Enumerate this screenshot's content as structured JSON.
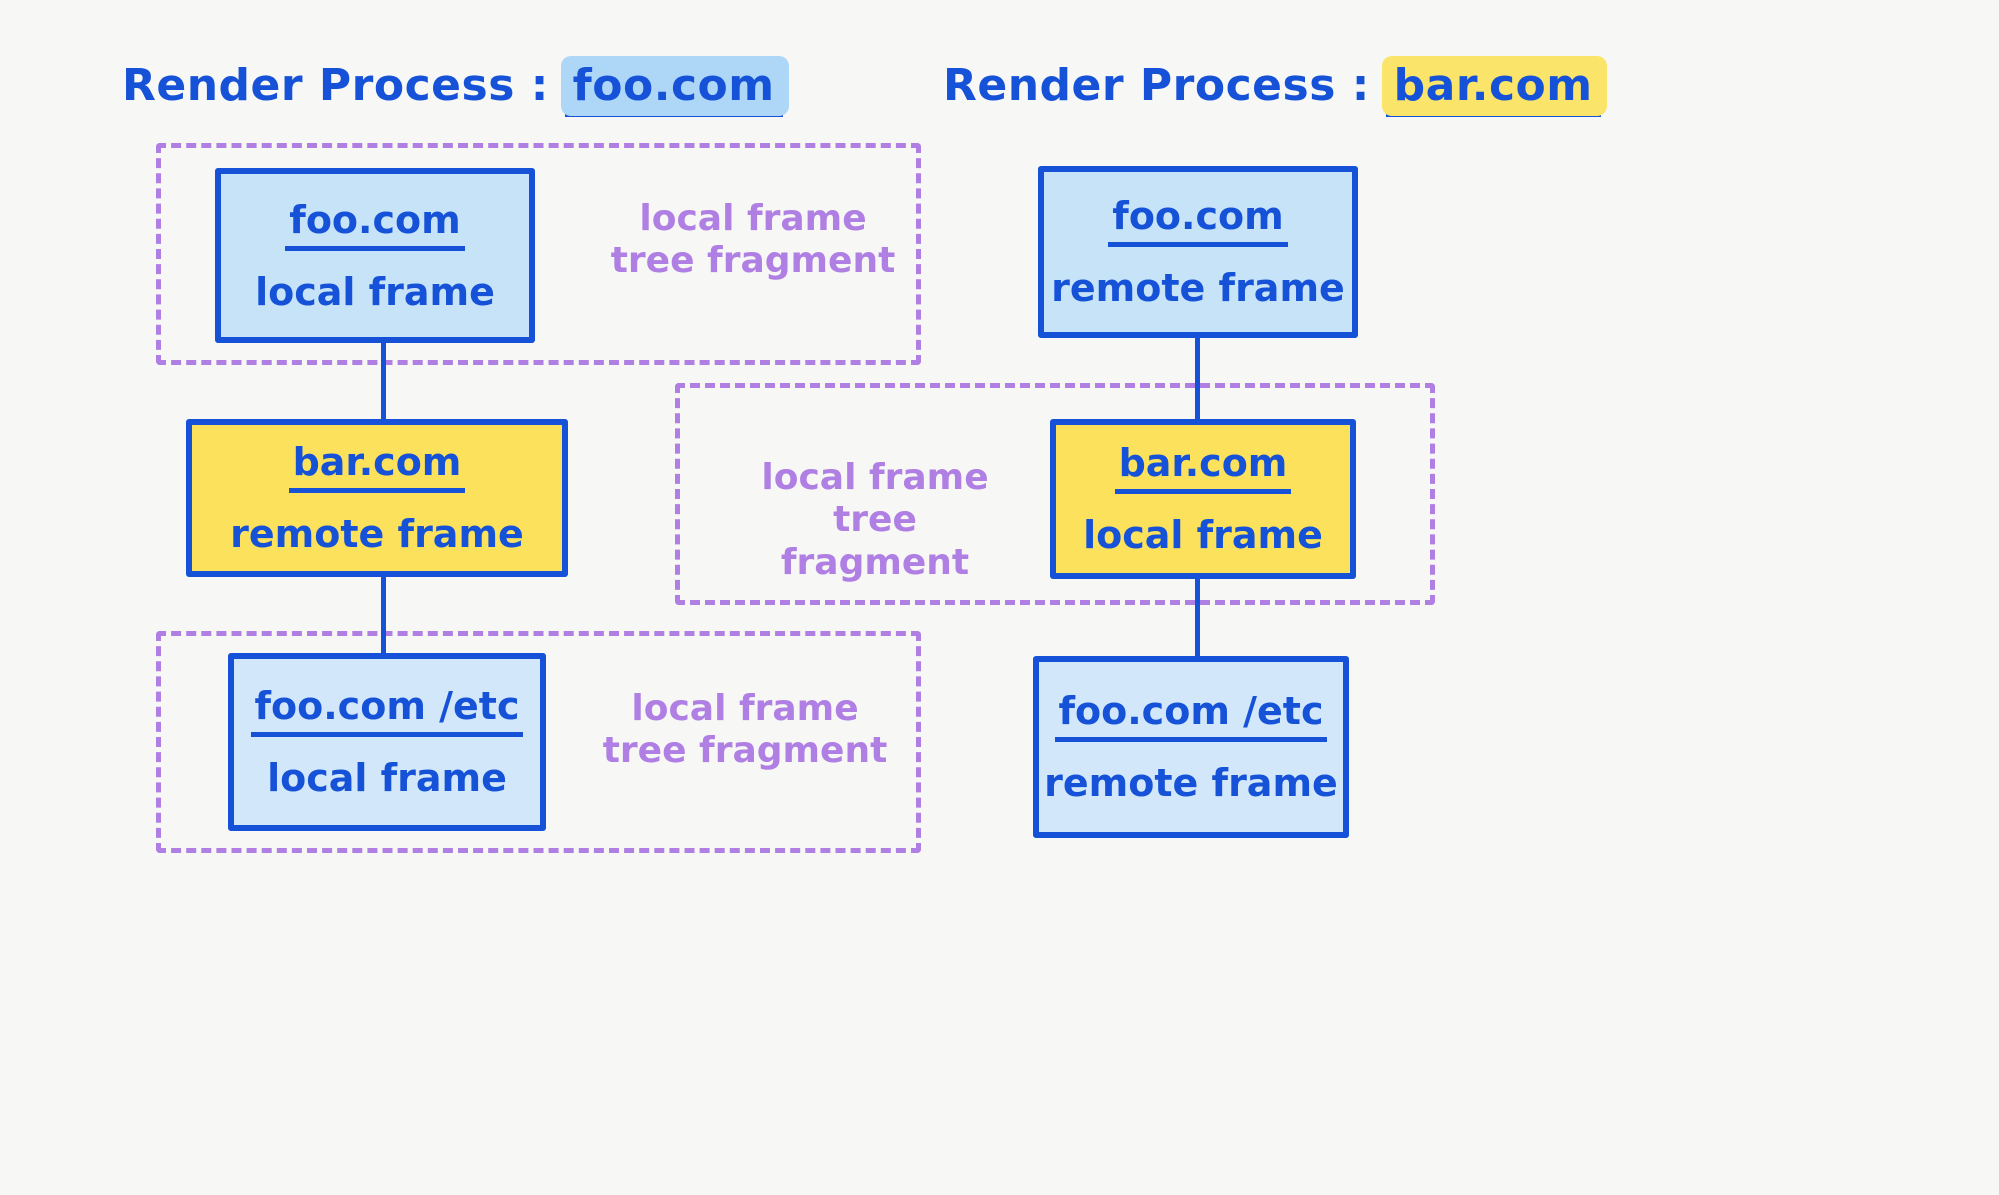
{
  "canvas": {
    "background": "#f7f7f5",
    "ink_blue": "#1552d8",
    "box_blue_fill": "#c6e3f8",
    "box_yellow_fill": "#fbe15c",
    "dashed_purple": "#b07fe3",
    "highlight_blue": "#aed7f7",
    "highlight_yellow": "#fbe46a"
  },
  "left_process": {
    "title_prefix": "Render Process : ",
    "title_target": "foo.com",
    "highlight_color": "#aed7f7",
    "nodes": [
      {
        "domain": "foo.com",
        "kind": "local frame",
        "fill": "blue"
      },
      {
        "domain": "bar.com",
        "kind": "remote frame",
        "fill": "yellow"
      },
      {
        "domain": "foo.com /etc",
        "kind": "local frame",
        "fill": "blue"
      }
    ],
    "fragments": [
      {
        "label": "local frame\ntree fragment",
        "wraps_node": 0
      },
      {
        "label": "local frame\ntree fragment",
        "wraps_node": 2
      }
    ]
  },
  "right_process": {
    "title_prefix": "Render Process : ",
    "title_target": "bar.com",
    "highlight_color": "#fbe46a",
    "nodes": [
      {
        "domain": "foo.com",
        "kind": "remote frame",
        "fill": "blue"
      },
      {
        "domain": "bar.com",
        "kind": "local frame",
        "fill": "yellow"
      },
      {
        "domain": "foo.com /etc",
        "kind": "remote frame",
        "fill": "blue"
      }
    ],
    "fragments": [
      {
        "label": "local frame\ntree fragment",
        "wraps_node": 1
      }
    ]
  },
  "annotations": {
    "left_top": "local frame\ntree fragment",
    "middle": "local frame\ntree fragment",
    "left_bottom": "local frame\ntree fragment"
  }
}
